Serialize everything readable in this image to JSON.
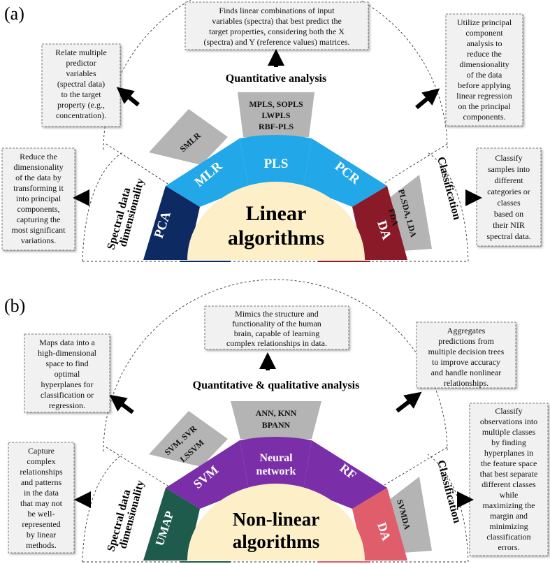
{
  "panel_a": {
    "letter": "(a)",
    "title": "Quantitative analysis",
    "center_line1": "Linear",
    "center_line2": "algorithms",
    "left_side_label_1": "Spectral data",
    "left_side_label_2": "dimensionality",
    "right_side_label": "Classification",
    "segments": {
      "pca": "PCA",
      "mlr": "MLR",
      "pls": "PLS",
      "pcr": "PCR",
      "da": "DA"
    },
    "gray": {
      "smlr": "SMLR",
      "pls_variants": [
        "MPLS, SOPLS",
        "LWPLS",
        "RBF-PLS"
      ],
      "da_variants": [
        "PLSDA, LDA",
        "FDA"
      ]
    },
    "boxes": {
      "top": [
        "Finds linear combinations of input",
        "variables (spectra) that best predict the",
        "target properties, considering both the X",
        "(spectra) and Y (reference values) matrices."
      ],
      "left_upper": [
        "Relate multiple",
        "predictor",
        "variables",
        "(spectral data)",
        "to the target",
        "property (e.g.,",
        "concentration)."
      ],
      "right_upper": [
        "Utilize principal",
        "component",
        "analysis to",
        "reduce the",
        "dimensionality",
        "of the data",
        "before applying",
        "linear regression",
        "on the principal",
        "components."
      ],
      "left_lower": [
        "Reduce the",
        "dimensionality",
        "of the data by",
        "transforming it",
        "into principal",
        "components,",
        "capturing the",
        "most significant",
        "variations."
      ],
      "right_lower": [
        "Classify",
        "samples into",
        "different",
        "categories or",
        "classes",
        "based on",
        "their NIR",
        "spectral data."
      ]
    }
  },
  "panel_b": {
    "letter": "(b)",
    "title": "Quantitative & qualitative analysis",
    "center_line1": "Non-linear",
    "center_line2": "algorithms",
    "left_side_label_1": "Spectral data",
    "left_side_label_2": "dimensionality",
    "right_side_label": "Classification",
    "segments": {
      "umap": "UMAP",
      "svm": "SVM",
      "nn_line1": "Neural",
      "nn_line2": "network",
      "rf": "RF",
      "da": "DA"
    },
    "gray": {
      "svm_variants": [
        "SVM, SVR",
        "LSSVM"
      ],
      "ann_variants": [
        "ANN, KNN",
        "BPANN"
      ],
      "svmda": "SVMDA"
    },
    "boxes": {
      "top": [
        "Mimics the structure and",
        "functionality of the human",
        "brain, capable of learning",
        "complex relationships in data."
      ],
      "left_upper": [
        "Maps data into a",
        "high-dimensional",
        "space to find",
        "optimal",
        "hyperplanes for",
        "classification or",
        "regression."
      ],
      "right_upper": [
        "Aggregates",
        "predictions from",
        "multiple decision trees",
        "to improve accuracy",
        "and handle nonlinear",
        "relationships."
      ],
      "left_lower": [
        "Capture",
        "complex",
        "relationships",
        "and patterns",
        "in the data",
        "that may not",
        "be well-",
        "represented",
        "by linear",
        "methods."
      ],
      "right_lower": [
        "Classify",
        "observations into",
        "multiple classes",
        "by finding",
        "hyperplanes in",
        "the feature space",
        "that best separate",
        "different classes",
        "while",
        "maximizing the",
        "margin and",
        "minimizing",
        "classification",
        "errors."
      ]
    }
  },
  "colors": {
    "cream": "#fdf0c8",
    "navy": "#0e2a63",
    "light_blue": "#22a7e8",
    "maroon": "#8a1a28",
    "dark_green": "#1e5b4c",
    "purple": "#7a2ea8",
    "pink_red": "#e05d6b",
    "gray": "#b4b4b4"
  }
}
